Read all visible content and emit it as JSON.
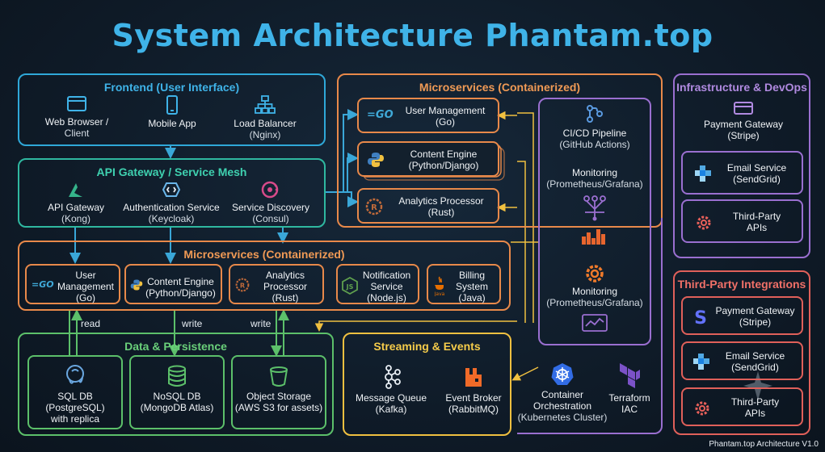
{
  "title": "System Architecture Phantam.top",
  "footer": "Phantam.top Architecture V1.0",
  "frontend": {
    "title": "Frontend (User Interface)",
    "items": [
      {
        "label": "Web Browser /",
        "sub": "Client",
        "icon": "browser-icon"
      },
      {
        "label": "Mobile App",
        "sub": "",
        "icon": "mobile-icon"
      },
      {
        "label": "Load Balancer",
        "sub": "(Nginx)",
        "icon": "network-icon"
      }
    ]
  },
  "gateway": {
    "title": "API Gateway / Service Mesh",
    "items": [
      {
        "label": "API Gateway",
        "sub": "(Kong)",
        "icon": "kong-icon"
      },
      {
        "label": "Authentication Service",
        "sub": "(Keycloak)",
        "icon": "keycloak-icon"
      },
      {
        "label": "Service Discovery",
        "sub": "(Consul)",
        "icon": "consul-icon"
      }
    ]
  },
  "micro_top": {
    "title": "Microservices (Containerized)",
    "items": [
      {
        "label": "User Management",
        "sub": "(Go)",
        "icon": "go-icon"
      },
      {
        "label": "Content Engine",
        "sub": "(Python/Django)",
        "icon": "python-icon"
      },
      {
        "label": "Analytics Processor",
        "sub": "(Rust)",
        "icon": "rust-icon"
      }
    ]
  },
  "devops": {
    "items": [
      {
        "label": "CI/CD Pipeline",
        "sub": "(GitHub Actions)",
        "icon": "pipeline-icon"
      },
      {
        "label": "Monitoring",
        "sub": "(Prometheus/Grafana)",
        "icon": "prometheus-icon"
      },
      {
        "label": "Monitoring",
        "sub": "(Prometheus/Grafana)",
        "icon": "grafana-icon"
      }
    ],
    "bottom": [
      {
        "label": "Container",
        "sub": "Orchestration",
        "sub2": "(Kubernetes Cluster)",
        "icon": "kubernetes-icon"
      },
      {
        "label": "Terraform",
        "sub": "IAC",
        "icon": "terraform-icon"
      }
    ]
  },
  "micro_mid": {
    "title": "Microservices (Containerized)",
    "items": [
      {
        "label": "User",
        "sub": "Management",
        "sub2": "(Go)",
        "icon": "go-icon"
      },
      {
        "label": "Content Engine",
        "sub": "(Python/Django)",
        "icon": "python-icon"
      },
      {
        "label": "Analytics",
        "sub": "Processor",
        "sub2": "(Rust)",
        "icon": "rust-icon"
      },
      {
        "label": "Notification",
        "sub": "Service",
        "sub2": "(Node.js)",
        "icon": "nodejs-icon"
      },
      {
        "label": "Billing",
        "sub": "System",
        "sub2": "(Java)",
        "icon": "java-icon"
      }
    ]
  },
  "edges": {
    "read": "read",
    "write1": "write",
    "write2": "write"
  },
  "data": {
    "title": "Data & Persistence",
    "items": [
      {
        "label": "SQL DB",
        "sub": "(PostgreSQL)",
        "sub2": "with replica",
        "icon": "postgresql-icon"
      },
      {
        "label": "NoSQL DB",
        "sub": "(MongoDB Atlas)",
        "icon": "database-icon"
      },
      {
        "label": "Object Storage",
        "sub": "(AWS S3 for assets)",
        "icon": "bucket-icon"
      }
    ]
  },
  "streaming": {
    "title": "Streaming & Events",
    "items": [
      {
        "label": "Message Queue",
        "sub": "(Kafka)",
        "icon": "kafka-icon"
      },
      {
        "label": "Event Broker",
        "sub": "(RabbitMQ)",
        "icon": "rabbitmq-icon"
      }
    ]
  },
  "infra": {
    "title": "Infrastructure & DevOps",
    "items": [
      {
        "label": "Payment Gateway",
        "sub": "(Stripe)",
        "icon": "card-icon"
      },
      {
        "label": "Email Service",
        "sub": "(SendGrid)",
        "icon": "sendgrid-icon"
      },
      {
        "label": "Third-Party",
        "sub": "APIs",
        "icon": "gear-icon"
      }
    ]
  },
  "thirdparty": {
    "title": "Third-Party Integrations",
    "items": [
      {
        "label": "Payment Gateway",
        "sub": "(Stripe)",
        "icon": "stripe-icon"
      },
      {
        "label": "Email Service",
        "sub": "(SendGrid)",
        "icon": "sendgrid-icon"
      },
      {
        "label": "Third-Party",
        "sub": "APIs",
        "icon": "gear-icon"
      }
    ]
  },
  "colors": {
    "title": "#3fb3e8",
    "frontend": "#2fa8d8",
    "gateway": "#2fb8a0",
    "micro": "#e8894a",
    "devops": "#9a6fd0",
    "data": "#5cc06a",
    "streaming": "#f0c040",
    "thirdparty": "#e0605a",
    "wire_blue": "#3aa7d8",
    "wire_green": "#5cc06a",
    "wire_yellow": "#f0c040"
  }
}
